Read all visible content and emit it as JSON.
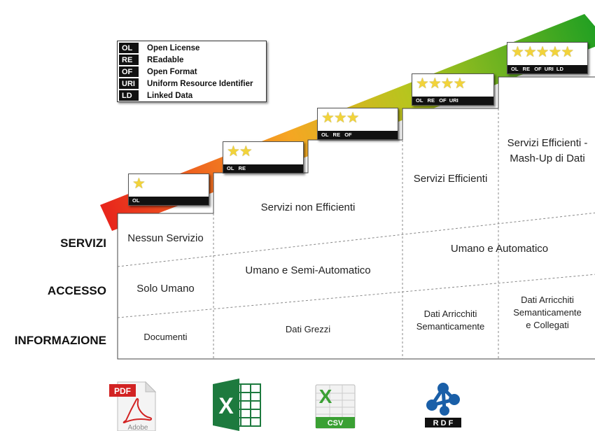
{
  "legend": [
    {
      "code": "OL",
      "text": "Open License"
    },
    {
      "code": "RE",
      "text": "REadable"
    },
    {
      "code": "OF",
      "text": "Open Format"
    },
    {
      "code": "URI",
      "text": "Uniform Resource Identifier"
    },
    {
      "code": "LD",
      "text": "Linked Data"
    }
  ],
  "badges": [
    {
      "stars": "★",
      "codes": "OL"
    },
    {
      "stars": "★★",
      "codes": "OL   RE"
    },
    {
      "stars": "★★★",
      "codes": "OL   RE   OF"
    },
    {
      "stars": "★★★★",
      "codes": "OL   RE   OF  URI"
    },
    {
      "stars": "★★★★★",
      "codes": "OL   RE   OF  URI  LD"
    }
  ],
  "row_labels": {
    "servizi": "SERVIZI",
    "accesso": "ACCESSO",
    "informazione": "INFORMAZIONE"
  },
  "servizi": {
    "nessun": "Nessun Servizio",
    "non_efficienti": "Servizi non Efficienti",
    "efficienti": "Servizi Efficienti",
    "mashup_1": "Servizi Efficienti -",
    "mashup_2": "Mash-Up di Dati"
  },
  "accesso": {
    "solo_umano": "Solo Umano",
    "semi": "Umano e Semi-Automatico",
    "automatico": "Umano e Automatico"
  },
  "informazione": {
    "documenti": "Documenti",
    "grezzi": "Dati Grezzi",
    "arricchiti_1": "Dati Arricchiti",
    "arricchiti_2": "Semanticamente",
    "collegati_1": "Dati Arricchiti",
    "collegati_2": "Semanticamente",
    "collegati_3": "e Collegati"
  },
  "icons": {
    "pdf": {
      "top": "PDF",
      "bottom": "Adobe"
    },
    "excel": {
      "letter": "X"
    },
    "csv": {
      "letter": "X",
      "label": "CSV"
    },
    "rdf": {
      "label": "R D F"
    }
  },
  "colors": {
    "arrow_start": "#e8261c",
    "arrow_mid": "#f5a623",
    "arrow_end": "#22a022",
    "badge_bar": "#111111",
    "star": "#f2d33a"
  }
}
